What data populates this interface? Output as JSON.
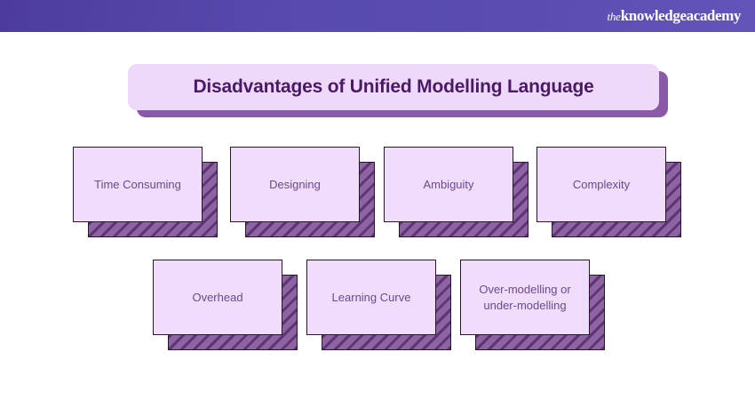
{
  "header": {
    "logo_the": "the",
    "logo_main": "knowledgeacademy",
    "background_color": "#584bad"
  },
  "title": {
    "text": "Disadvantages of Unified Modelling Language",
    "text_color": "#4a1a66",
    "box_color": "#efd9fb",
    "shadow_color": "#8a5aa8"
  },
  "diagram": {
    "box_fill_color": "#f0dcfb",
    "box_border_color": "#231728",
    "box_text_color": "#6b4a8e",
    "shadow_base_color": "#7b5390",
    "shadow_stripe_color": "#5d3570",
    "rows": [
      {
        "items": [
          {
            "label": "Time Consuming"
          },
          {
            "label": "Designing"
          },
          {
            "label": "Ambiguity"
          },
          {
            "label": "Complexity"
          }
        ]
      },
      {
        "items": [
          {
            "label": "Overhead"
          },
          {
            "label": "Learning Curve"
          },
          {
            "label": "Over-modelling or\nunder-modelling"
          }
        ]
      }
    ]
  }
}
